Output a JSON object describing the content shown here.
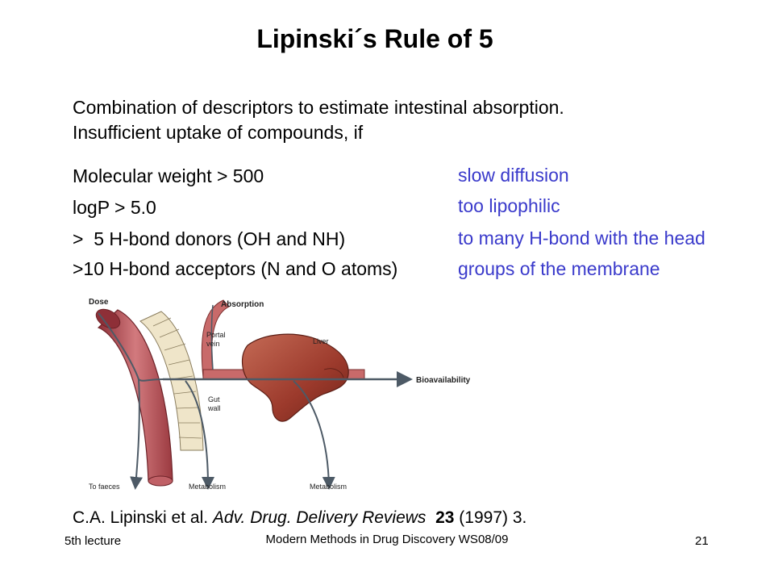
{
  "title": "Lipinski´s Rule of 5",
  "intro": {
    "line1": "Combination of descriptors to estimate intestinal absorption.",
    "line2": "Insufficient uptake of compounds, if"
  },
  "criteria": [
    "Molecular weight > 500",
    "logP > 5.0",
    ">  5 H-bond donors (OH and NH)",
    ">10 H-bond acceptors (N and O atoms)"
  ],
  "reasons": [
    "slow diffusion",
    "too lipophilic",
    "to many H-bond with the head",
    "groups of the membrane"
  ],
  "figure": {
    "labels": {
      "dose": "Dose",
      "absorption": "Absorption",
      "portal_vein_1": "Portal",
      "portal_vein_2": "vein",
      "liver": "Liver",
      "gut_wall_1": "Gut",
      "gut_wall_2": "wall",
      "bioavailability": "Bioavailability",
      "to_faeces": "To faeces",
      "metabolism_1": "Metabolism",
      "metabolism_2": "Metabolism"
    },
    "colors": {
      "gut": "#b84b52",
      "gut_light": "#d98a8a",
      "villi": "#efe5c9",
      "liver": "#9c3a2c",
      "arrow": "#4d5a66"
    }
  },
  "citation": {
    "authors": "C.A. Lipinski et al. ",
    "journal": "Adv. Drug. Delivery Reviews",
    "volume": "23",
    "rest": " (1997) 3."
  },
  "footer": {
    "left": "5th lecture",
    "center": "Modern Methods in Drug Discovery WS08/09",
    "page": "21"
  }
}
